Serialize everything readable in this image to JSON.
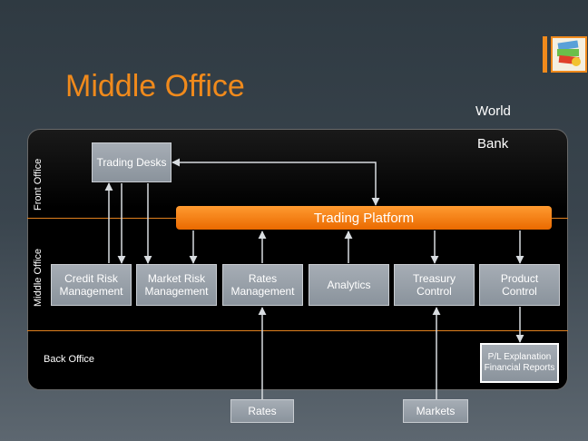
{
  "title": "Middle Office",
  "world_label": "World",
  "bank_label": "Bank",
  "sections": {
    "front_office": "Front Office",
    "middle_office": "Middle Office",
    "back_office": "Back Office"
  },
  "trading_desks": "Trading Desks",
  "trading_platform": "Trading Platform",
  "middle_boxes": [
    {
      "line1": "Credit Risk",
      "line2": "Management"
    },
    {
      "line1": "Market Risk",
      "line2": "Management"
    },
    {
      "line1": "Rates",
      "line2": "Management"
    },
    {
      "line1": "Analytics",
      "line2": ""
    },
    {
      "line1": "Treasury",
      "line2": "Control"
    },
    {
      "line1": "Product",
      "line2": "Control"
    }
  ],
  "reports": {
    "line1": "P/L Explanation",
    "line2": "Financial Reports"
  },
  "inputs": {
    "rates": "Rates",
    "markets": "Markets"
  },
  "colors": {
    "accent": "#f08a1c",
    "box": "#9aa1a9",
    "background": "#000000"
  }
}
